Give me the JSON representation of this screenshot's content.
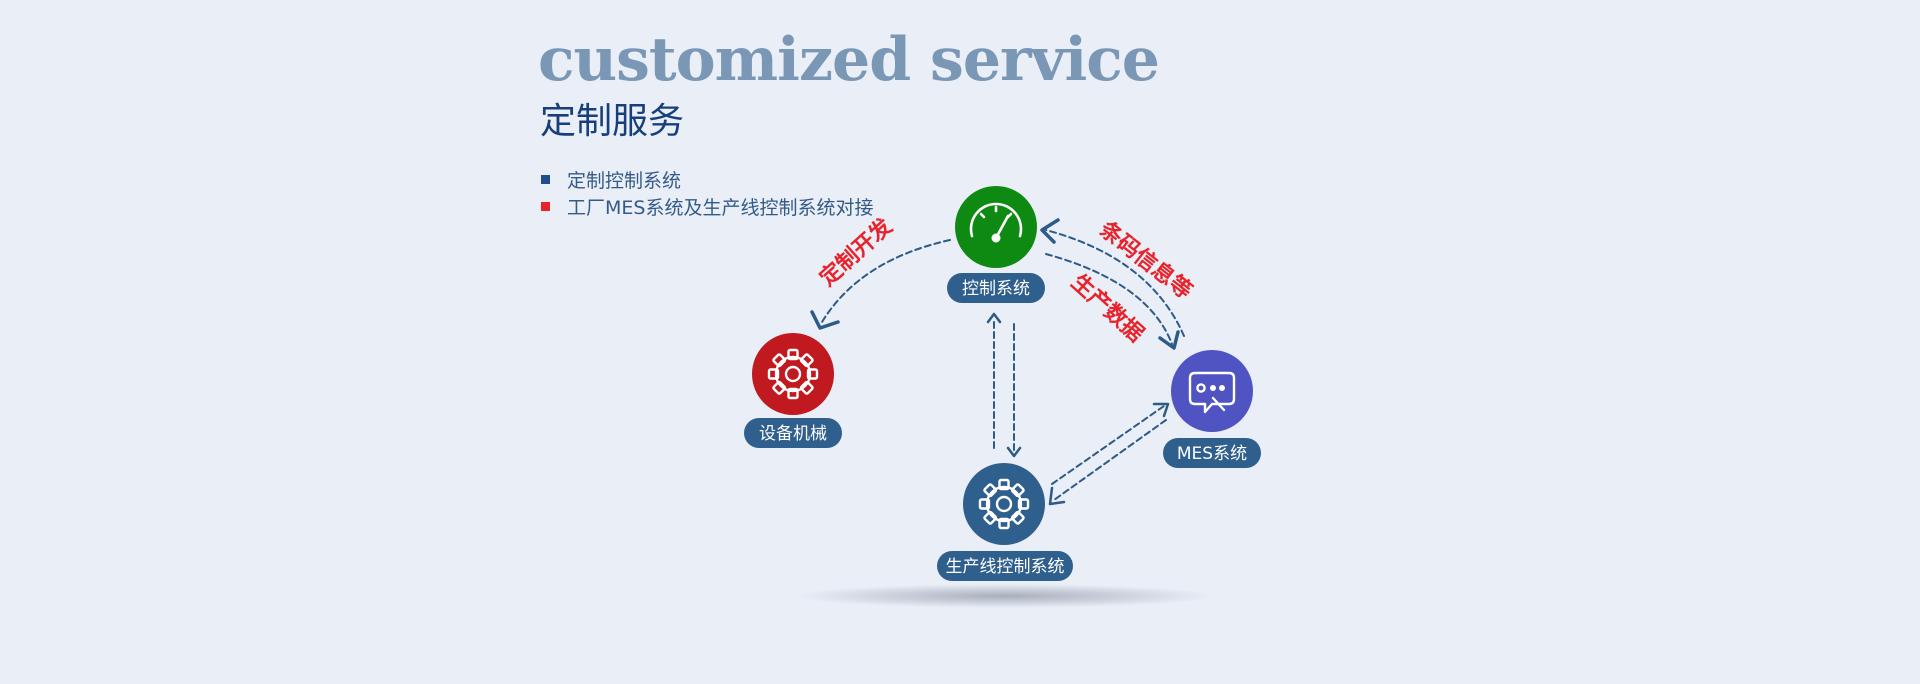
{
  "header": {
    "title_en": "customized service",
    "title_cn": "定制服务"
  },
  "bullets": [
    {
      "text": "定制控制系统",
      "color": "#1f4e8a"
    },
    {
      "text": "工厂MES系统及生产线控制系统对接",
      "color": "#e8232b"
    }
  ],
  "diagram": {
    "nodes": {
      "control": {
        "label": "控制系统",
        "color": "#0e8a12",
        "icon": "gauge-icon"
      },
      "equipment": {
        "label": "设备机械",
        "color": "#c0191f",
        "icon": "gear-icon"
      },
      "mes": {
        "label": "MES系统",
        "color": "#4f54c2",
        "icon": "terminal-icon"
      },
      "line": {
        "label": "生产线控制系统",
        "color": "#2f5f8c",
        "icon": "gear-icon"
      }
    },
    "label_bg": "#2f5f8c",
    "connector_color": "#2d5a87",
    "flows": {
      "custom_dev": "定制开发",
      "barcode_info": "条码信息等",
      "production_data": "生产数据"
    }
  }
}
